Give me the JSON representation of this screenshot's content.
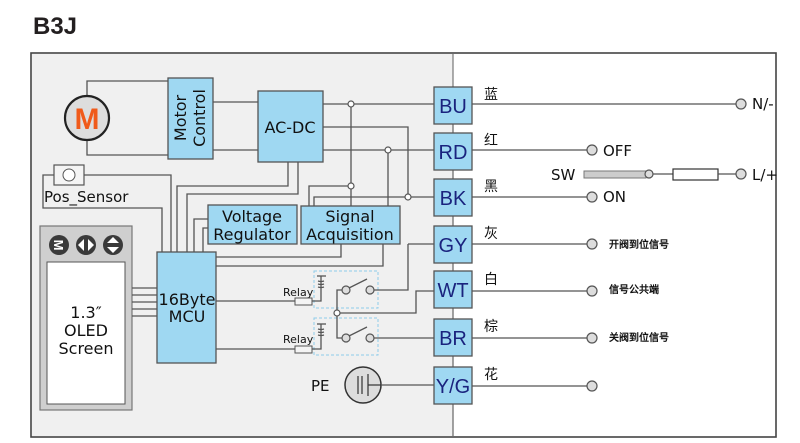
{
  "title": "B3J",
  "blocks": {
    "motor_symbol": "M",
    "motor_control": [
      "Motor",
      "Control"
    ],
    "ac_dc": "AC-DC",
    "pos_sensor": "Pos_Sensor",
    "voltage_regulator": [
      "Voltage",
      "Regulator"
    ],
    "signal_acquisition": [
      "Signal",
      "Acquisition"
    ],
    "mcu": [
      "16Byte",
      "MCU"
    ],
    "oled": [
      "1.3″",
      "OLED",
      "Screen"
    ],
    "relay_labels": [
      "Relay",
      "Relay"
    ],
    "pe": "PE"
  },
  "oled_buttons": [
    "menu-icon",
    "left-right-icon",
    "up-down-icon"
  ],
  "terminals": [
    {
      "code": "BU",
      "color_cn": "蓝",
      "signal": "N/-"
    },
    {
      "code": "RD",
      "color_cn": "红",
      "signal": "OFF"
    },
    {
      "code": "BK",
      "color_cn": "黑",
      "signal": "ON"
    },
    {
      "code": "GY",
      "color_cn": "灰",
      "signal": "开阀到位信号"
    },
    {
      "code": "WT",
      "color_cn": "白",
      "signal": "信号公共端"
    },
    {
      "code": "BR",
      "color_cn": "棕",
      "signal": "关阀到位信号"
    },
    {
      "code": "Y/G",
      "color_cn": "花",
      "signal": ""
    }
  ],
  "switch": {
    "label": "SW",
    "supply": "L/+"
  },
  "colors": {
    "block_fill": "#9fd8f2",
    "terminal_text": "#1a237e",
    "motor_letter": "#f05a1a",
    "panel_bg": "#f0f0f0"
  }
}
